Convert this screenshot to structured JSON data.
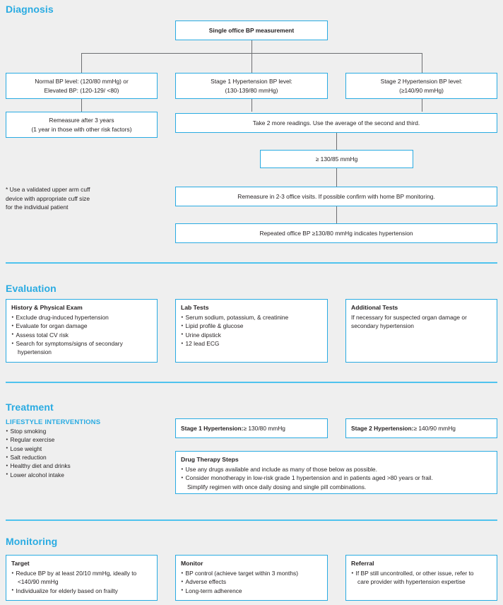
{
  "accent_color": "#29ABE2",
  "divider_color": "#4FC3EE",
  "connector_color": "#6d6e71",
  "background_color": "#efefef",
  "sections": {
    "diagnosis": {
      "title": "Diagnosis",
      "root_box": "Single office BP measurement",
      "branch_normal_line1": "Normal BP level: (120/80 mmHg) or",
      "branch_normal_line2": "Elevated BP: (120-129/ <80)",
      "branch_stage1_line1": "Stage 1 Hypertension BP level:",
      "branch_stage1_line2": "(130-139/80 mmHg)",
      "branch_stage2_line1": "Stage 2 Hypertension BP level:",
      "branch_stage2_line2": "(≥140/90 mmHg)",
      "remeasure_line1": "Remeasure after 3 years",
      "remeasure_line2": "(1 year in those with other risk factors)",
      "take_readings": "Take 2 more readings. Use the average of the second and third.",
      "threshold": "≥ 130/85 mmHg",
      "remeasure_visits": "Remeasure in 2-3 office visits. If possible confirm with home BP monitoring.",
      "repeated_office": "Repeated office BP ≥130/80 mmHg indicates hypertension",
      "footnote": "* Use a validated upper arm cuff\n   device with appropriate cuff size\n   for the individual patient"
    },
    "evaluation": {
      "title": "Evaluation",
      "cards": [
        {
          "title": "History & Physical Exam",
          "bullets": [
            "Exclude drug-induced hypertension",
            "Evaluate for organ damage",
            "Assess total CV risk",
            "Search for symptoms/signs of secondary"
          ],
          "continuation": "hypertension"
        },
        {
          "title": "Lab Tests",
          "bullets": [
            "Serum sodium, potassium, & creatinine",
            "Lipid profile & glucose",
            "Urine dipstick",
            "12 lead ECG"
          ],
          "continuation": ""
        },
        {
          "title": "Additional Tests",
          "body_line1": "If necessary for suspected organ damage or",
          "body_line2": "secondary hypertension"
        }
      ]
    },
    "treatment": {
      "title": "Treatment",
      "lifestyle_heading": "LIFESTYLE INTERVENTIONS",
      "lifestyle_items": [
        "Stop smoking",
        "Regular exercise",
        "Lose weight",
        "Salt reduction",
        "Healthy diet and drinks",
        "Lower alcohol intake"
      ],
      "stage1_label": "Stage 1 Hypertension:",
      "stage1_value": " ≥ 130/80 mmHg",
      "stage2_label": "Stage 2 Hypertension:",
      "stage2_value": " ≥ 140/90 mmHg",
      "drug_therapy": {
        "title": "Drug Therapy Steps",
        "bullets": [
          "Use any drugs available and include as many of those below as possible.",
          "Consider monotherapy in low-risk grade 1 hypertension and in patients aged >80 years or frail."
        ],
        "continuation": "Simplify regimen with once daily dosing and single pill combinations."
      }
    },
    "monitoring": {
      "title": "Monitoring",
      "cards": [
        {
          "title": "Target",
          "bullets": [
            "Reduce BP by at least 20/10 mmHg, ideally to"
          ],
          "continuation": "<140/90 mmHg",
          "bullets2": [
            "Individualize for elderly based on frailty"
          ]
        },
        {
          "title": "Monitor",
          "bullets": [
            "BP control (achieve target within 3 months)",
            "Adverse effects",
            "Long-term adherence"
          ],
          "continuation": ""
        },
        {
          "title": "Referral",
          "bullets": [
            "If BP still uncontrolled, or other issue, refer to"
          ],
          "continuation": "care provider with hypertension expertise"
        }
      ]
    }
  }
}
